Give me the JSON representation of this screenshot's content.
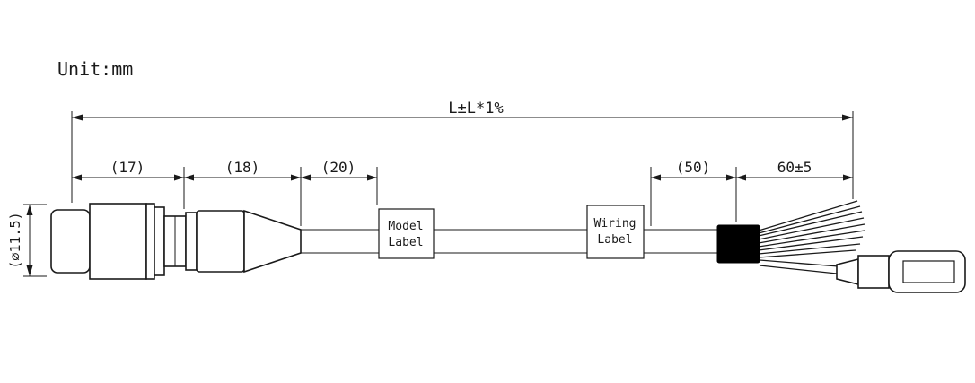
{
  "unit_note": "Unit:mm",
  "dimensions": {
    "overall": "L±L*1%",
    "seg17": "(17)",
    "seg18": "(18)",
    "seg20": "(20)",
    "seg50": "(50)",
    "seg60": "60±5",
    "diameter": "(∅11.5)"
  },
  "labels": {
    "model": {
      "line1": "Model",
      "line2": "Label"
    },
    "wiring": {
      "line1": "Wiring",
      "line2": "Label"
    }
  },
  "colors": {
    "line": "#1a1a1a",
    "heat_shrink": "#000000",
    "background": "#ffffff"
  }
}
